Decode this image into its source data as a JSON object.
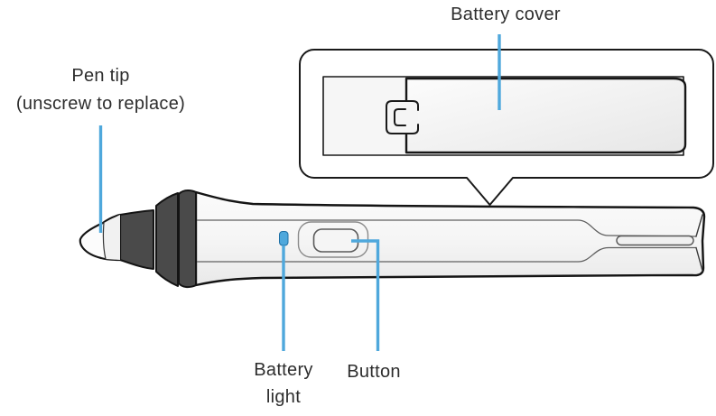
{
  "labels": {
    "pen_tip": {
      "line1": "Pen tip",
      "line2": "(unscrew to replace)"
    },
    "battery_cover": "Battery cover",
    "battery_light": {
      "line1": "Battery",
      "line2": "light"
    },
    "button": "Button"
  },
  "colors": {
    "accent": "#4FA8DC",
    "outline": "#1a1a1a",
    "dark_part": "#4a4a4a",
    "body_fill": "#f4f4f4",
    "text": "#2d2d2d"
  }
}
